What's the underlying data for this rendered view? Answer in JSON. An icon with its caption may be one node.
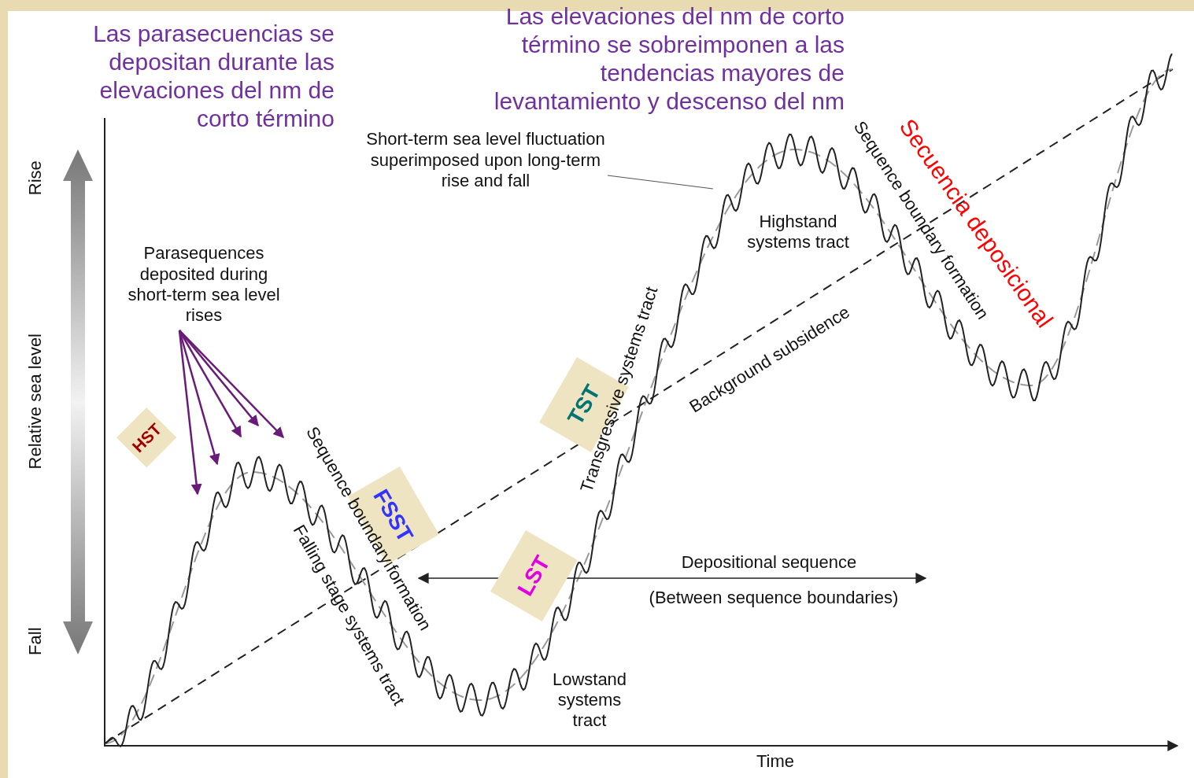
{
  "diagram": {
    "nodes": [
      {
        "text": [
          "Parasequences deposited during short-term sea level rises"
        ]
      },
      {
        "text": [
          "Short-term sea level fluctuation superimposed upon long-term rise and fall"
        ]
      },
      {
        "text": [
          "HST"
        ]
      },
      {
        "text": [
          "FSST"
        ]
      },
      {
        "text": [
          "TST"
        ]
      },
      {
        "text": [
          "LST"
        ]
      }
    ],
    "edges": [
      {
        "from": 0,
        "to": null,
        "arrow": "to",
        "color": "#6a1b7a"
      },
      {
        "from": 0,
        "to": null,
        "arrow": "to",
        "color": "#6a1b7a"
      },
      {
        "from": 0,
        "to": null,
        "arrow": "to",
        "color": "#6a1b7a"
      },
      {
        "from": 0,
        "to": null,
        "arrow": "to",
        "color": "#6a1b7a"
      },
      {
        "from": 0,
        "to": null,
        "arrow": "to",
        "color": "#6a1b7a"
      },
      {
        "from": 1,
        "to": null,
        "arrow": "none"
      }
    ],
    "labels": [
      "Las parasecuencias se depositan durante las elevaciones del nm de corto término",
      "Las elevaciones del nm de corto término se sobreimponen a las tendencias mayores de levantamiento y descenso del nm",
      "Rise",
      "Relative sea level",
      "Fall",
      "Highstand systems tract",
      "Sequence boundary formation",
      "Secuencia deposicional",
      "Transgressive systems tract",
      "Background subsidence",
      "Sequence boundary formation",
      "Falling stage systems tract",
      "Depositional sequence",
      "(Between sequence boundaries)",
      "Lowstand systems tract",
      "Time"
    ]
  }
}
